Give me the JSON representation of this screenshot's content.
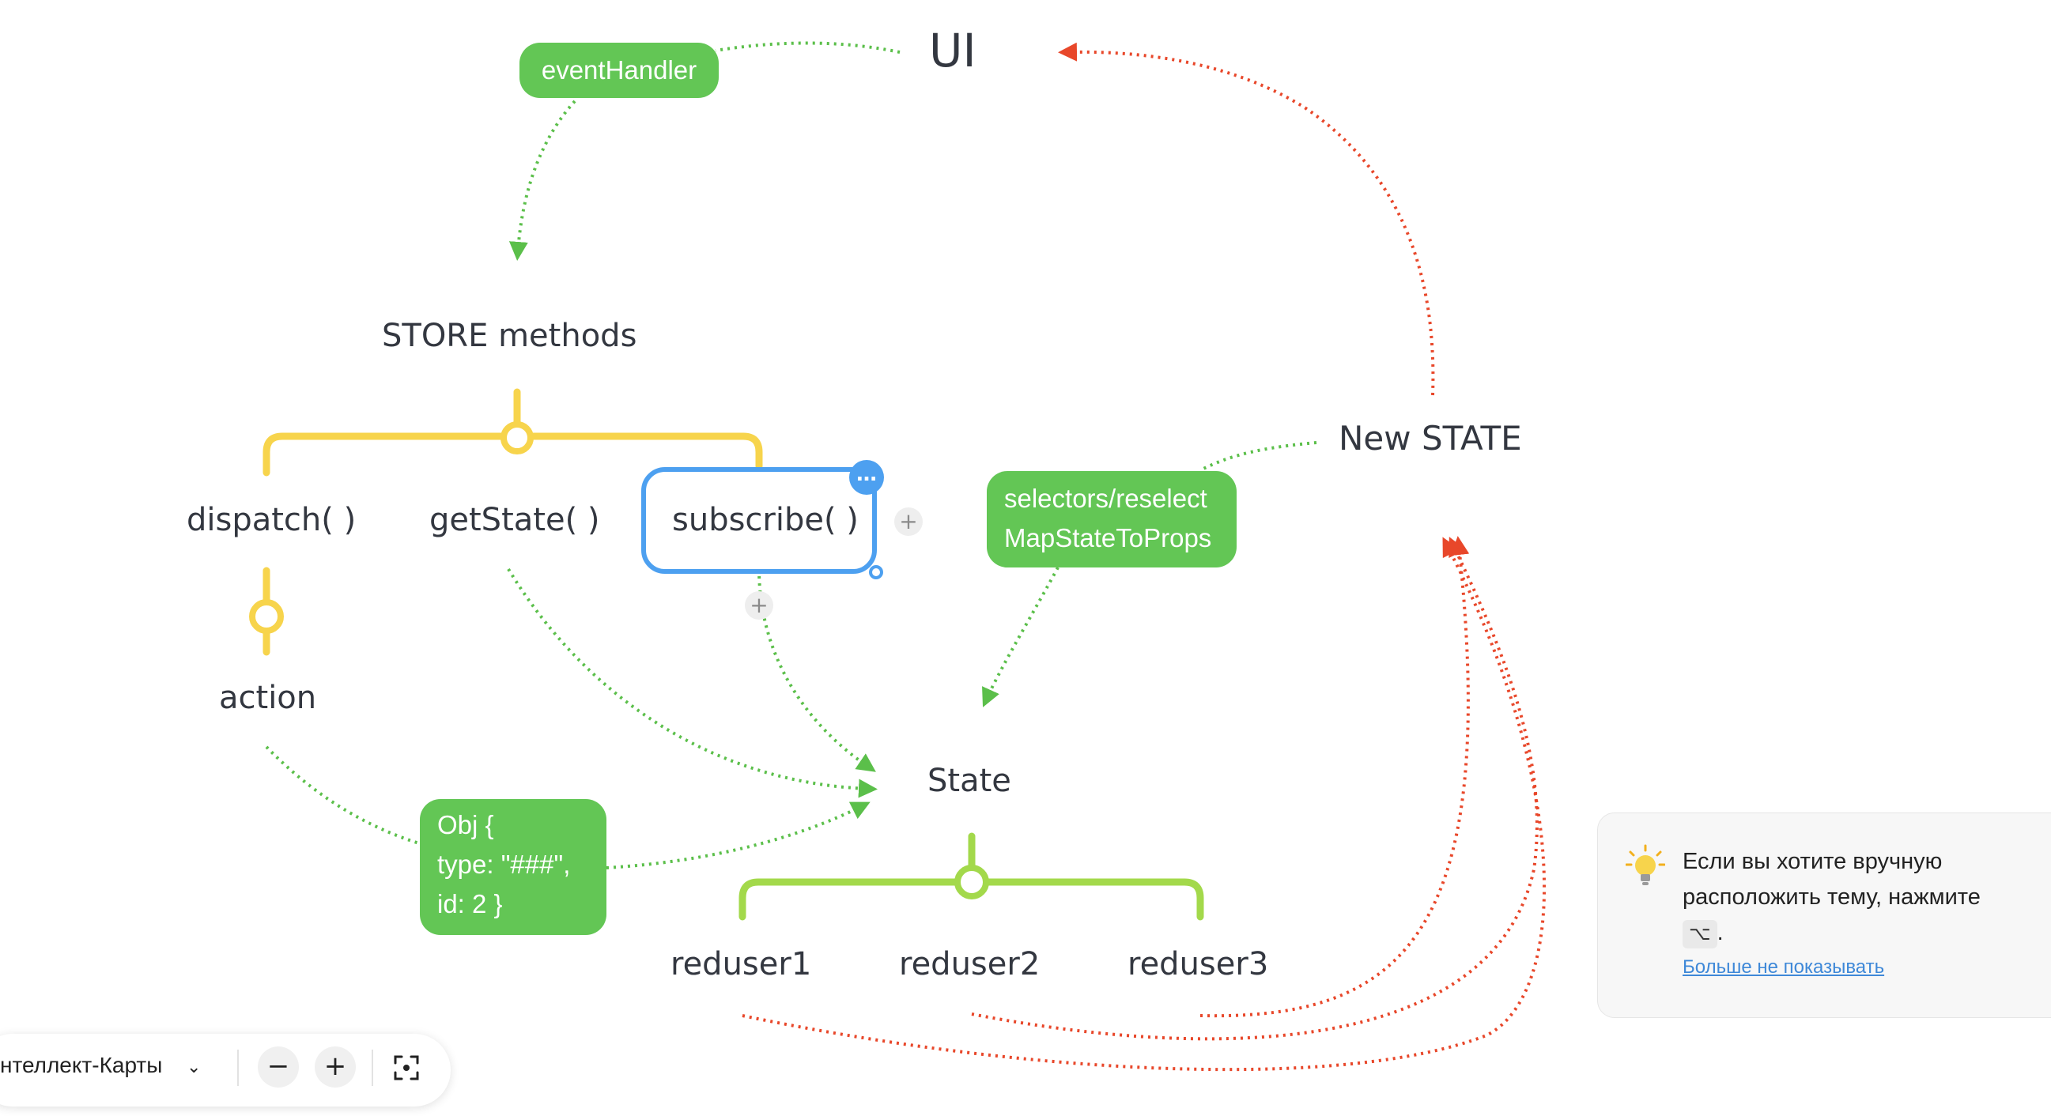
{
  "diagram": {
    "root": "UI",
    "store_methods": "STORE methods",
    "methods": [
      "dispatch( )",
      "getState( )",
      "subscribe( )"
    ],
    "action": "action",
    "new_state": "New STATE",
    "state": "State",
    "reducers": [
      "reduser1",
      "reduser2",
      "reduser3"
    ],
    "labels": {
      "event_handler": "eventHandler",
      "selectors": [
        "selectors/reselect",
        "MapStateToProps"
      ],
      "obj": [
        "Obj {",
        "type: \"###\",",
        "id: 2 }"
      ]
    },
    "colors": {
      "store_branch": "#f7d44c",
      "state_branch": "#a3d94b",
      "green_link": "#5bbf4a",
      "red_link": "#e8472a",
      "selection": "#4da0f0",
      "label_fill": "#63c655"
    },
    "selected_node": "subscribe( )",
    "more_icon": "…",
    "plus_icon": "+"
  },
  "tip": {
    "icon": "lightbulb-icon",
    "text_line1": "Если вы хотите вручную",
    "text_line2": "расположить тему, нажмите",
    "key": "⌥",
    "after_key": ".",
    "dismiss_link": "Больше не показывать"
  },
  "toolbar": {
    "theme": "нтеллект-Карты",
    "chevron": "⌄",
    "zoom_out": "−",
    "zoom_in": "+",
    "fit_icon": "fit-screen-icon"
  }
}
